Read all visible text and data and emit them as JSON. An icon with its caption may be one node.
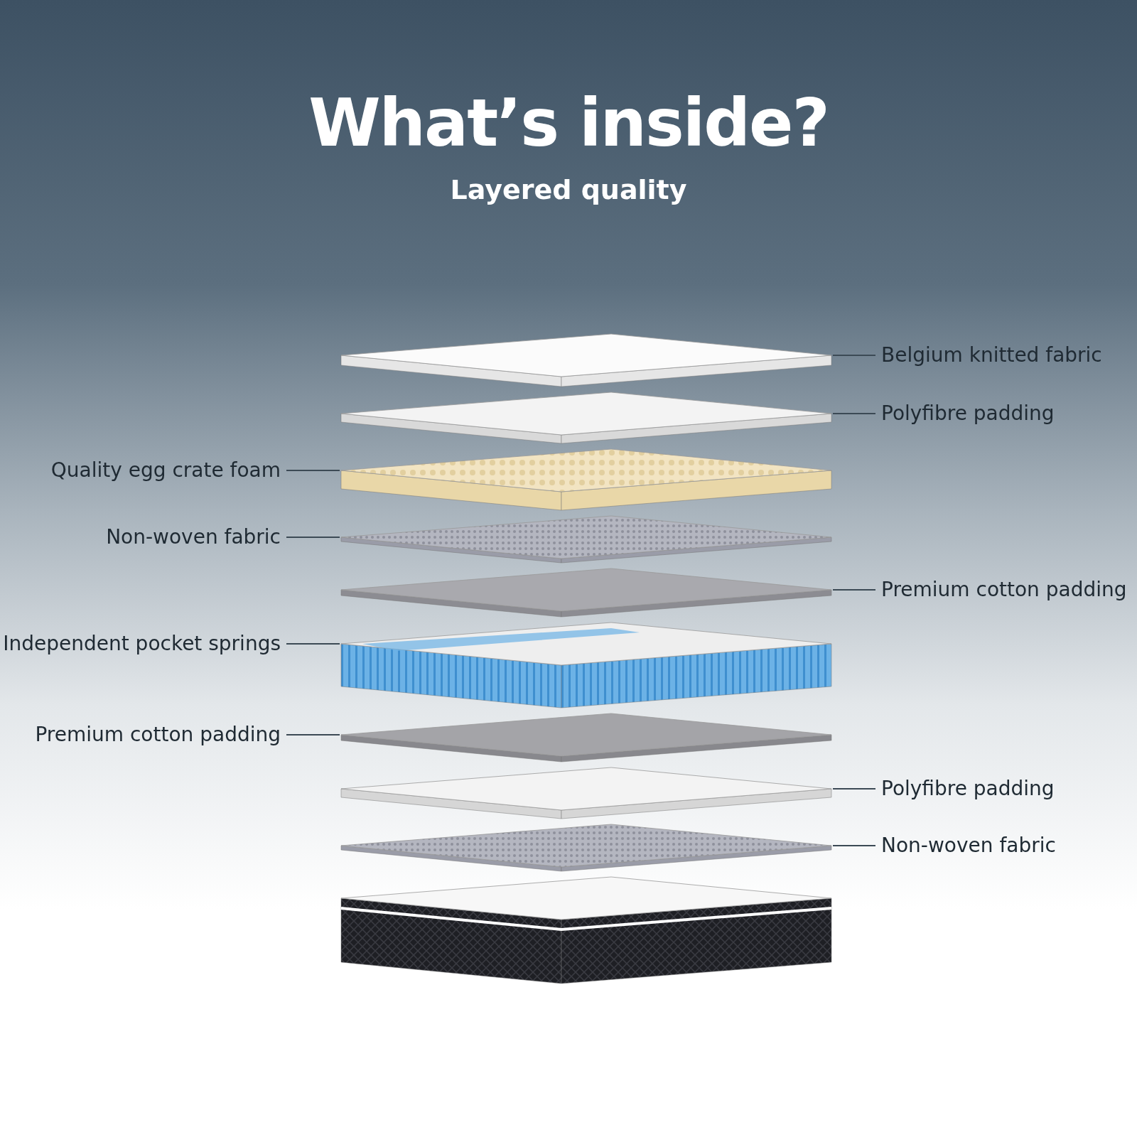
{
  "diagram": {
    "title": "What’s inside?",
    "nodes": [
      {
        "text": [],
        "shape": "picture"
      },
      {
        "text": [],
        "shape": "picture"
      },
      {
        "text": [],
        "shape": "picture"
      },
      {
        "text": [],
        "shape": "picture"
      },
      {
        "text": [],
        "shape": "picture"
      },
      {
        "text": [],
        "shape": "picture"
      },
      {
        "text": [],
        "shape": "picture"
      },
      {
        "text": [],
        "shape": "picture"
      },
      {
        "text": [],
        "shape": "picture"
      },
      {
        "text": [],
        "shape": "picture"
      },
      {
        "text": [
          "Belgium knitted fabric"
        ]
      },
      {
        "text": [
          "Polyfibre padding"
        ]
      },
      {
        "text": [
          "Quality egg crate foam"
        ]
      },
      {
        "text": [
          "Non-woven fabric"
        ]
      },
      {
        "text": [
          "Premium cotton padding"
        ]
      },
      {
        "text": [
          "Independent pocket springs"
        ]
      },
      {
        "text": [
          "Premium cotton padding"
        ]
      },
      {
        "text": [
          "Polyfibre padding"
        ]
      },
      {
        "text": [
          "Non-woven fabric"
        ]
      }
    ],
    "edges": [
      {
        "from": 10,
        "to": 0,
        "arrow": "none"
      },
      {
        "from": 11,
        "to": 1,
        "arrow": "none"
      },
      {
        "from": 12,
        "to": 2,
        "arrow": "none"
      },
      {
        "from": 13,
        "to": 3,
        "arrow": "none"
      },
      {
        "from": 14,
        "to": 4,
        "arrow": "none"
      },
      {
        "from": 15,
        "to": 5,
        "arrow": "none"
      },
      {
        "from": 16,
        "to": 6,
        "arrow": "none"
      },
      {
        "from": 17,
        "to": 7,
        "arrow": "none"
      },
      {
        "from": 18,
        "to": 8,
        "arrow": "none"
      }
    ],
    "labels": [
      "Layered quality"
    ]
  }
}
